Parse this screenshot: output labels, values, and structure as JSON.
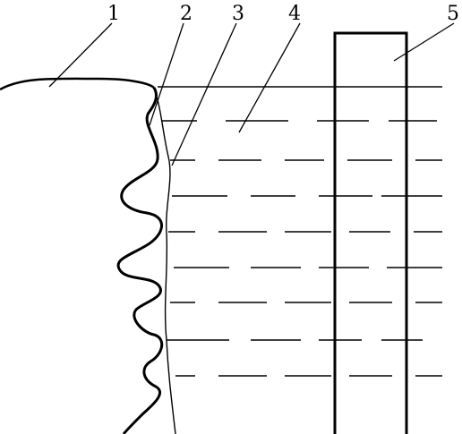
{
  "labels": {
    "l1": "1",
    "l2": "2",
    "l3": "3",
    "l4": "4",
    "l5": "5"
  },
  "colors": {
    "stroke": "#000000",
    "background": "#ffffff"
  }
}
